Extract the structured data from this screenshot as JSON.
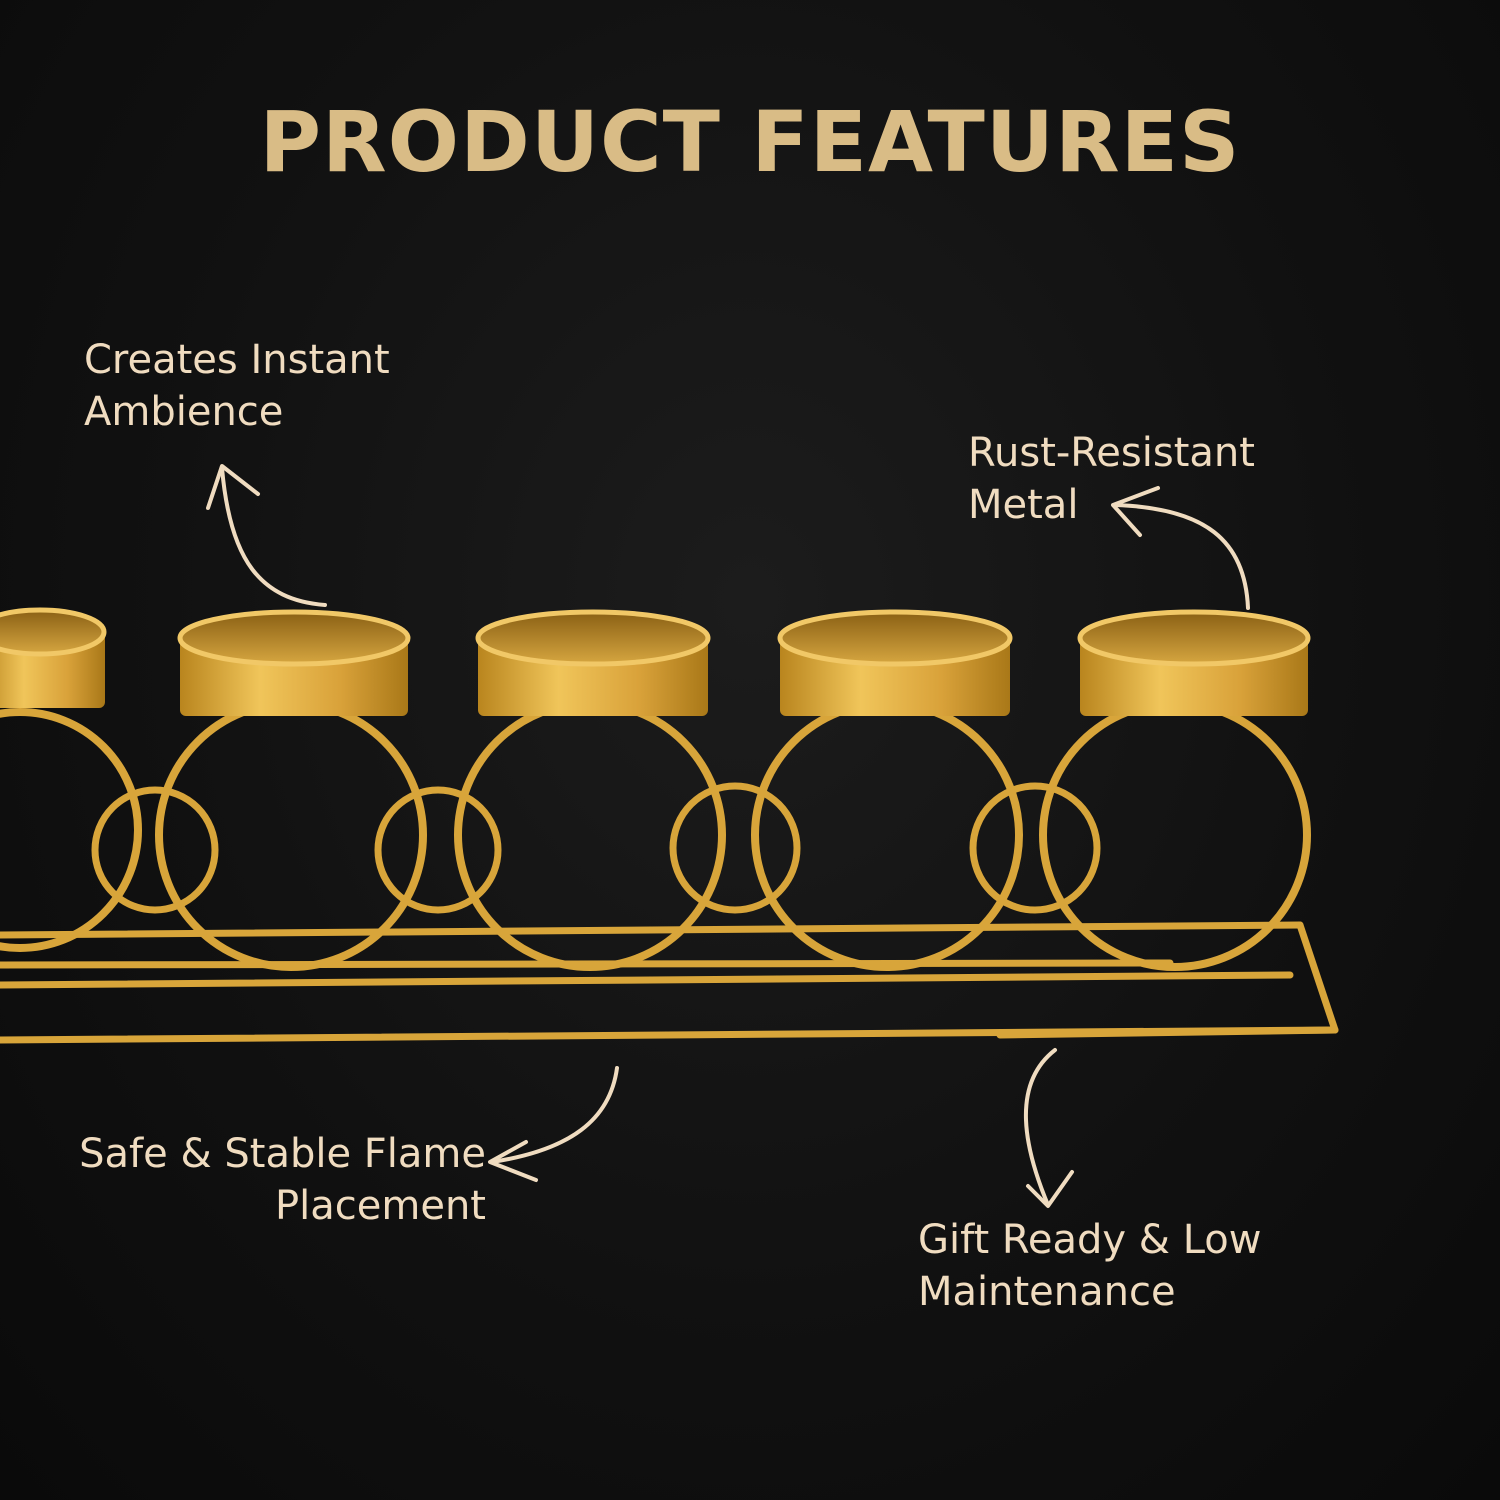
{
  "title": "PRODUCT FEATURES",
  "features": [
    {
      "line1": "Creates Instant",
      "line2": "Ambience"
    },
    {
      "line1": "Rust-Resistant",
      "line2": "Metal"
    },
    {
      "line1": "Safe & Stable Flame",
      "line2": "Placement"
    },
    {
      "line1": "Gift Ready & Low",
      "line2": "Maintenance"
    }
  ],
  "colors": {
    "background": "#111111",
    "title": "#d9bc86",
    "feature_text": "#f0dcc0",
    "gold": "#d8a53a"
  }
}
